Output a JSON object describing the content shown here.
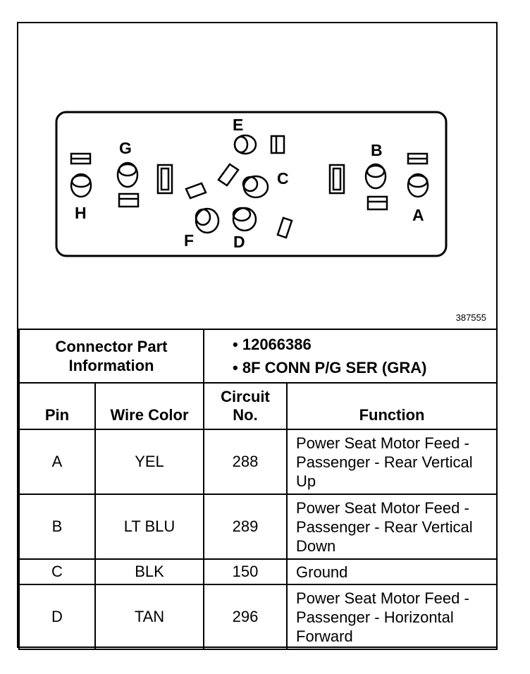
{
  "figure_id": "387555",
  "connector_labels": {
    "pin_a": "A",
    "pin_b": "B",
    "pin_c": "C",
    "pin_d": "D",
    "pin_e": "E",
    "pin_f": "F",
    "pin_g": "G",
    "pin_h": "H"
  },
  "connector_info": {
    "label": "Connector Part Information",
    "items": [
      "12066386",
      "8F CONN P/G SER (GRA)"
    ]
  },
  "table": {
    "headers": {
      "pin": "Pin",
      "wire_color": "Wire Color",
      "circuit": "Circuit No.",
      "function": "Function"
    },
    "rows": [
      {
        "pin": "A",
        "wire_color": "YEL",
        "circuit": "288",
        "function": "Power Seat Motor Feed - Passenger - Rear Vertical Up"
      },
      {
        "pin": "B",
        "wire_color": "LT BLU",
        "circuit": "289",
        "function": "Power Seat Motor Feed - Passenger - Rear Vertical Down"
      },
      {
        "pin": "C",
        "wire_color": "BLK",
        "circuit": "150",
        "function": "Ground"
      },
      {
        "pin": "D",
        "wire_color": "TAN",
        "circuit": "296",
        "function": "Power Seat Motor Feed - Passenger - Horizontal Forward"
      }
    ]
  }
}
